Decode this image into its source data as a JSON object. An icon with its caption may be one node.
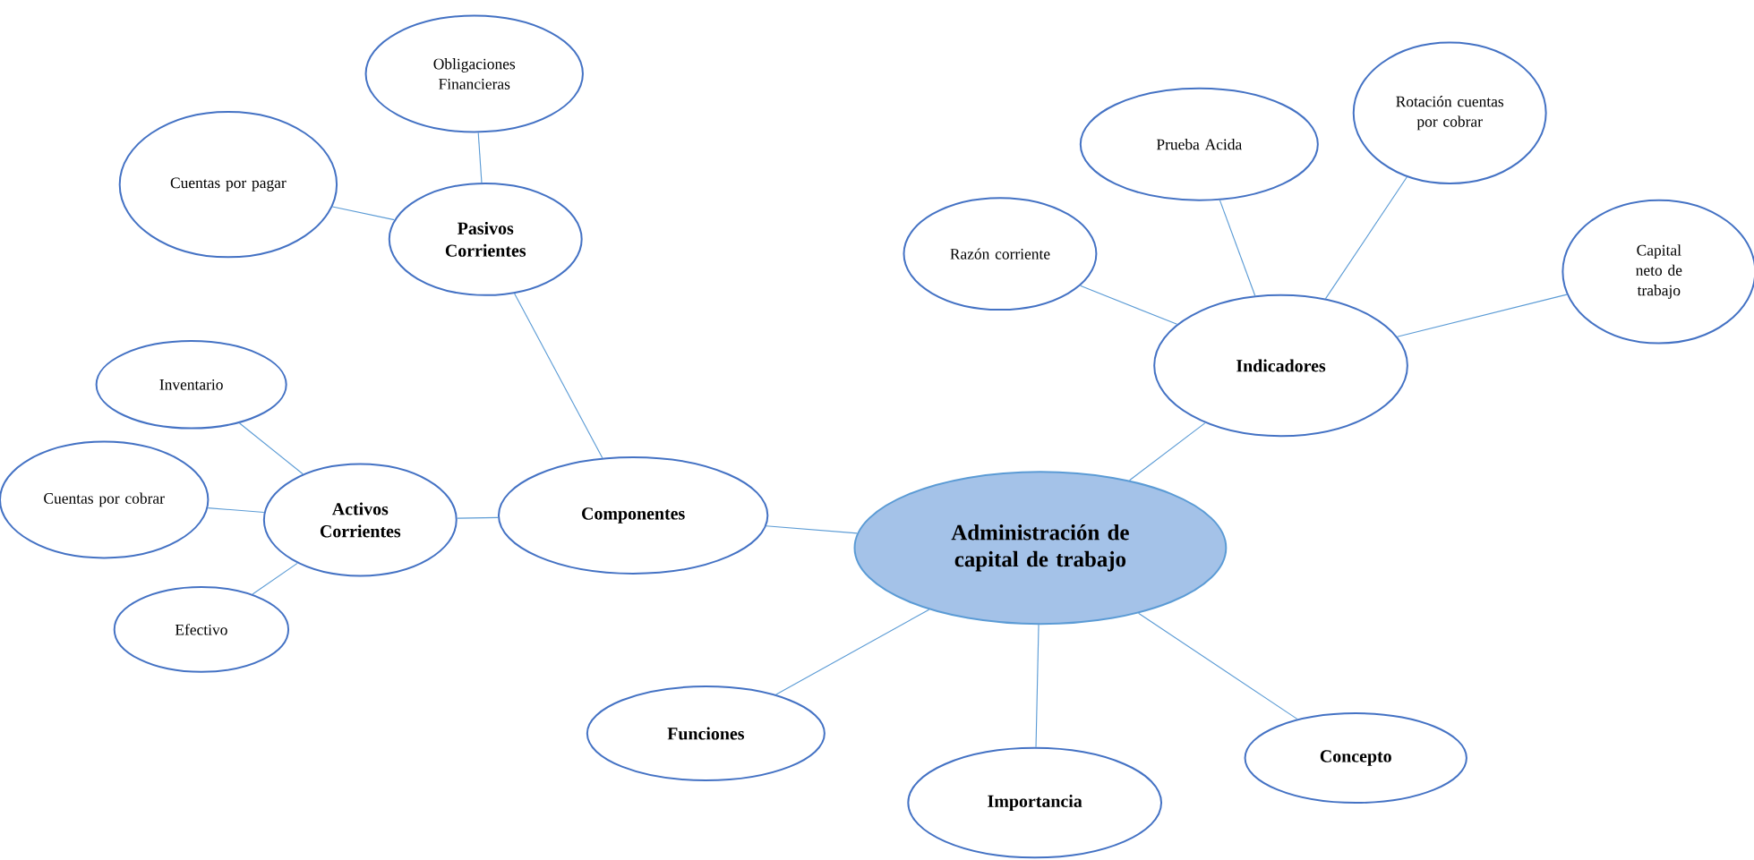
{
  "diagram": {
    "nodes": [
      {
        "text": [
          "Administración de capital de trabajo"
        ]
      },
      {
        "text": [
          "Componentes"
        ]
      },
      {
        "text": [
          "Pasivos Corrientes"
        ]
      },
      {
        "text": [
          "Obligaciones Financieras"
        ]
      },
      {
        "text": [
          "Cuentas por pagar"
        ]
      },
      {
        "text": [
          "Activos Corrientes"
        ]
      },
      {
        "text": [
          "Inventario"
        ]
      },
      {
        "text": [
          "Cuentas por cobrar"
        ]
      },
      {
        "text": [
          "Efectivo"
        ]
      },
      {
        "text": [
          "Indicadores"
        ]
      },
      {
        "text": [
          "Razón corriente"
        ]
      },
      {
        "text": [
          "Prueba Acida"
        ]
      },
      {
        "text": [
          "Rotación cuentas por cobrar"
        ]
      },
      {
        "text": [
          "Capital neto de trabajo"
        ]
      },
      {
        "text": [
          "Funciones"
        ]
      },
      {
        "text": [
          "Importancia"
        ]
      },
      {
        "text": [
          "Concepto"
        ]
      }
    ],
    "edges": [
      {
        "from": 0,
        "to": 1,
        "arrow": "none"
      },
      {
        "from": 1,
        "to": 2,
        "arrow": "none"
      },
      {
        "from": 2,
        "to": 3,
        "arrow": "none"
      },
      {
        "from": 2,
        "to": 4,
        "arrow": "none"
      },
      {
        "from": 1,
        "to": 5,
        "arrow": "none"
      },
      {
        "from": 5,
        "to": 6,
        "arrow": "none"
      },
      {
        "from": 5,
        "to": 7,
        "arrow": "none"
      },
      {
        "from": 5,
        "to": 8,
        "arrow": "none"
      },
      {
        "from": 0,
        "to": 9,
        "arrow": "none"
      },
      {
        "from": 9,
        "to": 10,
        "arrow": "none"
      },
      {
        "from": 9,
        "to": 11,
        "arrow": "none"
      },
      {
        "from": 9,
        "to": 12,
        "arrow": "none"
      },
      {
        "from": 9,
        "to": 13,
        "arrow": "none"
      },
      {
        "from": 0,
        "to": 14,
        "arrow": "none"
      },
      {
        "from": 0,
        "to": 15,
        "arrow": "none"
      },
      {
        "from": 0,
        "to": 16,
        "arrow": "none"
      }
    ]
  }
}
